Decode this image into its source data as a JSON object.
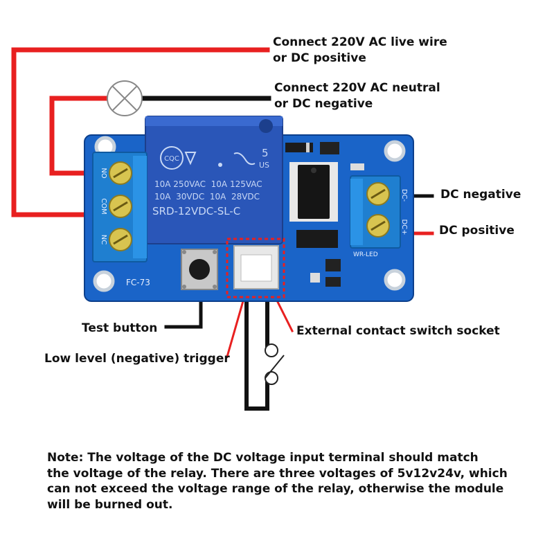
{
  "labels": {
    "ac_live": [
      "Connect 220V AC live wire",
      "or DC positive"
    ],
    "ac_neutral": [
      "Connect 220V AC neutral",
      "or DC negative"
    ],
    "dc_negative": "DC negative",
    "dc_positive": "DC positive",
    "test_button": "Test button",
    "low_level_trigger": "Low level (negative) trigger",
    "external_socket": "External contact switch socket"
  },
  "note": [
    "Note: The voltage of the DC voltage input terminal should match",
    "the voltage of the relay. There are three voltages of 5v12v24v, which",
    "can not exceed the voltage range of the relay, otherwise the module",
    "will be burned out."
  ],
  "board": {
    "relay_lines": [
      "10A 250VAC  10A 125VAC",
      "10A  30VDC  10A  28VDC",
      "SRD-12VDC-SL-C"
    ],
    "relay_brand": "CQC",
    "relay_mark": "5",
    "relay_us": "US",
    "board_id": "FC-73",
    "terminal_left": [
      "NO",
      "COM",
      "NC"
    ],
    "terminal_right": [
      "DC-",
      "DC+"
    ],
    "led_label": "WR-LED"
  },
  "colors": {
    "pcb": "#1a64c8",
    "relay": "#2a56b8",
    "terminal": "#1f7fd0",
    "wire_red": "#e82020",
    "wire_black": "#111111",
    "socket_highlight": "#e82020"
  }
}
